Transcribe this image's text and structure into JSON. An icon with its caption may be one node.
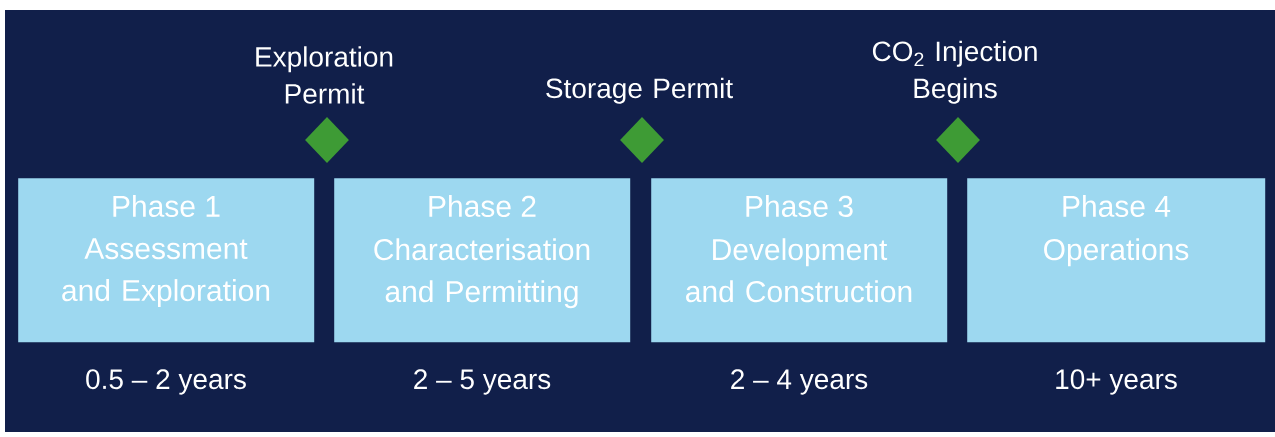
{
  "diagram": {
    "nodes": [
      {
        "text": [
          "Phase 1",
          "Assessment and Exploration"
        ],
        "beside": [
          "0.5 – 2 years"
        ]
      },
      {
        "text": [
          "Exploration Permit"
        ]
      },
      {
        "text": [
          "Phase 2",
          "Characterisation and Permitting"
        ],
        "beside": [
          "2 – 5 years"
        ]
      },
      {
        "text": [
          "Storage Permit"
        ]
      },
      {
        "text": [
          "Phase 3",
          "Development and Construction"
        ],
        "beside": [
          "2 – 4 years"
        ]
      },
      {
        "text": [
          "CO$_{2}$ Injection Begins"
        ]
      },
      {
        "text": [
          "Phase 4",
          "Operations"
        ],
        "beside": [
          "10+ years"
        ]
      }
    ]
  }
}
